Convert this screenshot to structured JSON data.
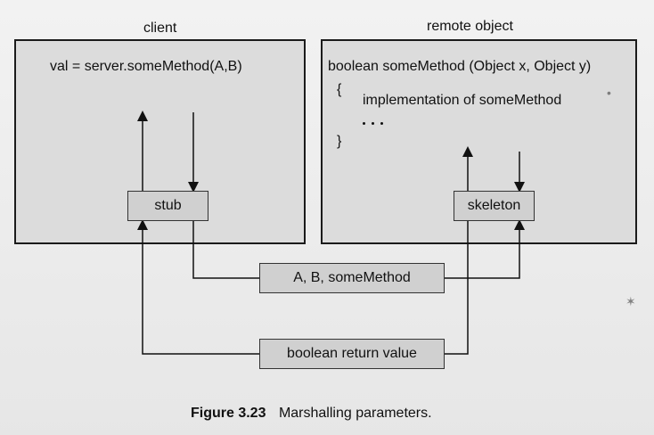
{
  "labels": {
    "client": "client",
    "remote_object": "remote object"
  },
  "client_panel": {
    "code": "val = server.someMethod(A,B)"
  },
  "remote_panel": {
    "signature": "boolean someMethod (Object x, Object y)",
    "open_brace": "{",
    "implementation": "implementation of someMethod",
    "close_brace": "}"
  },
  "boxes": {
    "stub": "stub",
    "skeleton": "skeleton",
    "arguments": "A, B, someMethod",
    "return_value": "boolean return value"
  },
  "caption": {
    "figure": "Figure 3.23",
    "text": "Marshalling parameters."
  }
}
